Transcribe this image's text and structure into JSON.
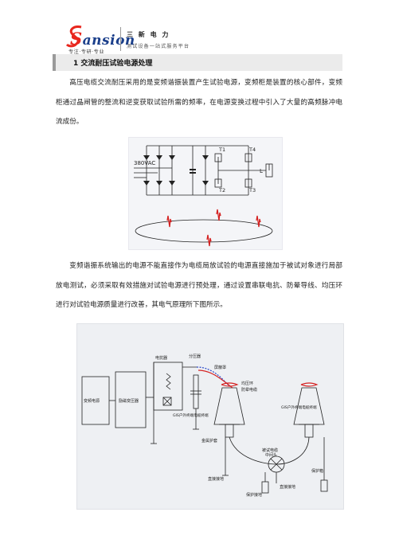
{
  "header": {
    "brand": "ansion",
    "brand_initial": "S",
    "slogan": "专注·专研·专业",
    "company": "三 新 电 力",
    "tagline": "测试设备一站式服务平台"
  },
  "section": {
    "title": "1 交流耐压试验电源处理"
  },
  "paragraphs": [
    "高压电缆交流耐压采用的是变频谐振装置产生试验电源，变频柜是装置的核心部件，变频柜通过晶闸管的整流和逆变获取试验所需的频率，在电源变换过程中引入了大量的高频脉冲电流成份。",
    "变频谐振系统输出的电源不能直接作为电缆局放试验的电源直接施加于被试对象进行局部放电测试，必须采取有效措施对试验电源进行预处理，通过设置串联电抗、防晕导线、均压环进行对试验电源质量进行改善，其电气原理所下图所示。"
  ],
  "figure1": {
    "input_label": "380VAC",
    "switches": [
      "T1",
      "T4",
      "T2",
      "T3"
    ],
    "load_label": "L"
  },
  "figure2": {
    "box_freq": "变频电源",
    "box_exciter": "励磁变压器",
    "reactor": "电抗器",
    "divider": "分压器",
    "shield": "屏蔽罩",
    "ring": "均压环",
    "anti_corona": "防晕电缆",
    "term_left": "GIS户外终端电缆终端",
    "term_right": "GIS户外终端电缆终端",
    "cable": "被试电缆",
    "joint": "中间头",
    "ground": "直接接地",
    "protect": "保护接地",
    "protect_box": "保护箱",
    "sheath": "金属护套"
  },
  "colors": {
    "schematic": "#222222",
    "red": "#d42020",
    "blue": "#2a46c8"
  }
}
